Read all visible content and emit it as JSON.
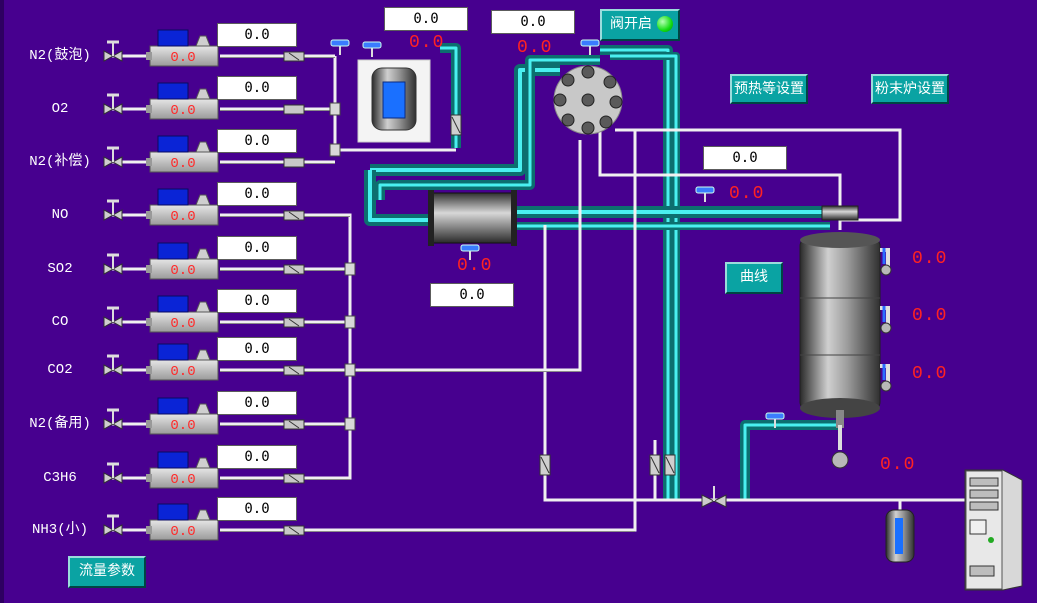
{
  "gases": [
    {
      "label": "N2(鼓泡)",
      "setpoint": "0.0",
      "reading": "0.0"
    },
    {
      "label": "O2",
      "setpoint": "0.0",
      "reading": "0.0"
    },
    {
      "label": "N2(补偿)",
      "setpoint": "0.0",
      "reading": "0.0"
    },
    {
      "label": "NO",
      "setpoint": "0.0",
      "reading": "0.0"
    },
    {
      "label": "SO2",
      "setpoint": "0.0",
      "reading": "0.0"
    },
    {
      "label": "CO",
      "setpoint": "0.0",
      "reading": "0.0"
    },
    {
      "label": "CO2",
      "setpoint": "0.0",
      "reading": "0.0"
    },
    {
      "label": "N2(备用)",
      "setpoint": "0.0",
      "reading": "0.0"
    },
    {
      "label": "C3H6",
      "setpoint": "0.0",
      "reading": "0.0"
    },
    {
      "label": "NH3(小)",
      "setpoint": "0.0",
      "reading": "0.0"
    }
  ],
  "top_boxes": {
    "box1": "0.0",
    "box2": "0.0"
  },
  "bubbler_temp": "0.0",
  "valve_temp": "0.0",
  "preheater_box": "0.0",
  "preheater_temp": "0.0",
  "line_box": "0.0",
  "line_temp": "0.0",
  "furnace_temps": {
    "upper": "0.0",
    "middle": "0.0",
    "lower": "0.0",
    "outlet": "0.0"
  },
  "buttons": {
    "valve_open": "阀开启",
    "preheat_settings": "预热等设置",
    "furnace_settings": "粉末炉设置",
    "curve": "曲线",
    "flow_params": "流量参数"
  },
  "colors": {
    "background": "#47008f",
    "pipe_teal": "#0aa3a3",
    "value_red": "#ff2222",
    "led_green": "#12dd12"
  }
}
